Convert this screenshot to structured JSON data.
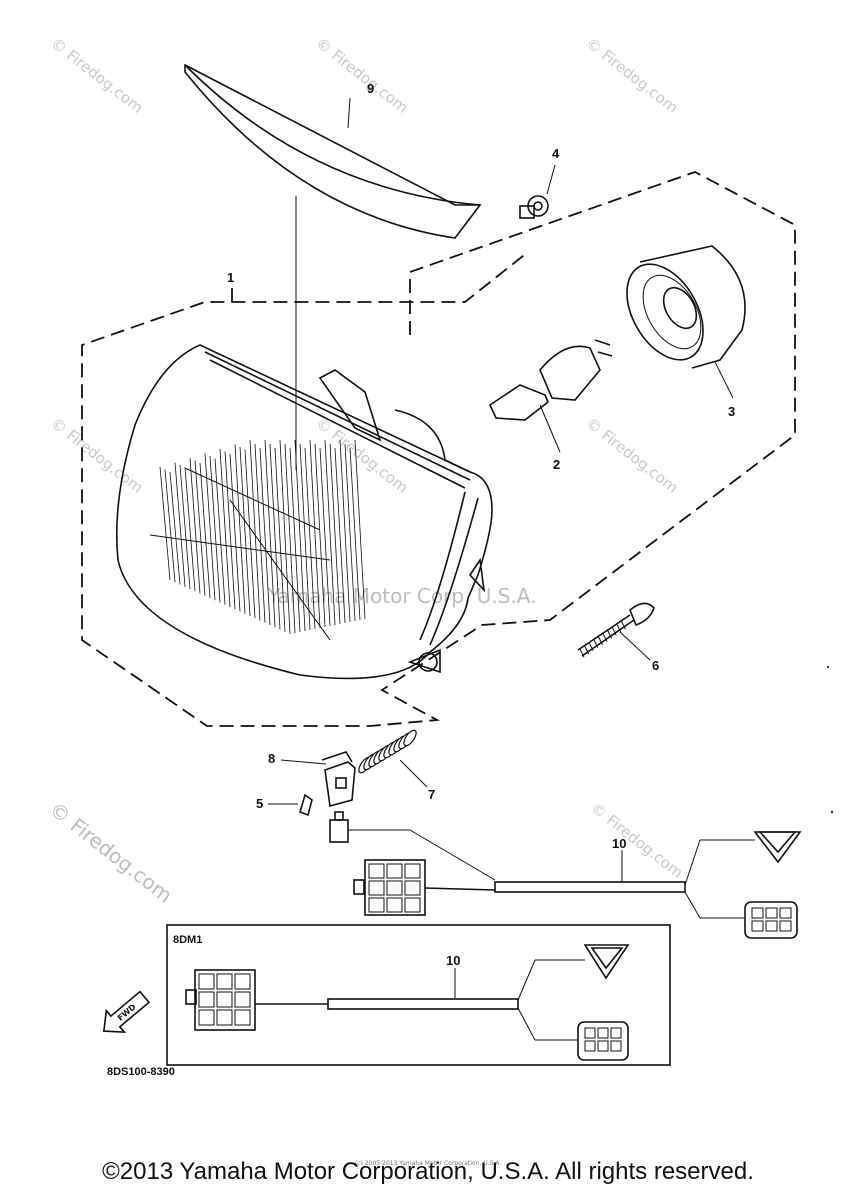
{
  "watermarks": {
    "firedog": "© Firedog.com",
    "center": "Yamaha Motor Corp, U.S.A."
  },
  "callouts": {
    "c1": "1",
    "c2": "2",
    "c3": "3",
    "c4": "4",
    "c5": "5",
    "c6": "6",
    "c7": "7",
    "c8": "8",
    "c9": "9",
    "c10": "10",
    "c10b": "10"
  },
  "inset": {
    "label": "8DM1",
    "fwd": "FWD",
    "code": "8DS100-8390"
  },
  "footer": {
    "copyright": "©2013 Yamaha Motor Corporation, U.S.A. All rights reserved.",
    "tiny": "(c) 2005-2013 Yamaha Motor Corporation, U.S.A."
  }
}
